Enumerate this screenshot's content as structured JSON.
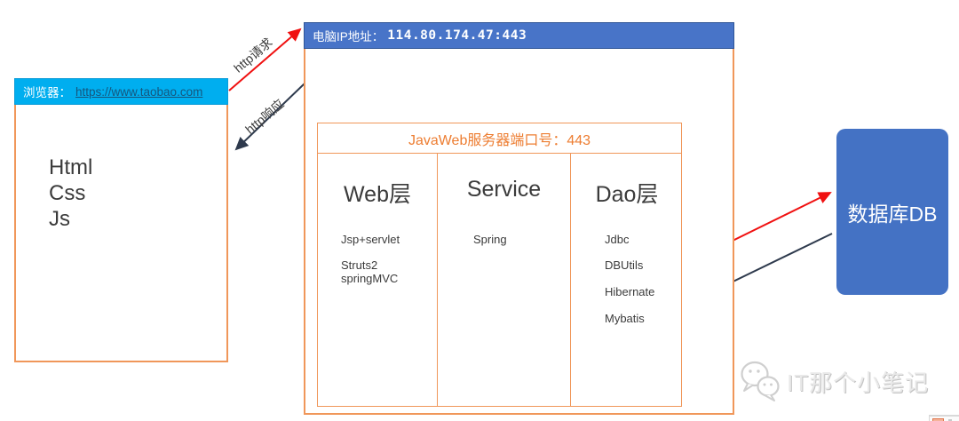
{
  "browser": {
    "title": "浏览器：",
    "url": "https://www.taobao.com",
    "items": [
      "Html",
      "Css",
      "Js"
    ]
  },
  "server": {
    "label": "电脑IP地址：",
    "ip": "114.80.174.47:443"
  },
  "javaweb": {
    "title": "JavaWeb服务器端口号：443",
    "columns": [
      {
        "title": "Web层",
        "items": [
          "Jsp+servlet",
          "Struts2",
          "springMVC"
        ]
      },
      {
        "title": "Service",
        "items": [
          "Spring"
        ]
      },
      {
        "title": "Dao层",
        "items": [
          "Jdbc",
          "DBUtils",
          "Hibernate",
          "Mybatis"
        ]
      }
    ]
  },
  "database": {
    "label": "数据库DB"
  },
  "arrows": {
    "http_request": "http请求",
    "http_response": "http响应"
  },
  "watermark": {
    "text": "IT那个小笔记",
    "icon": "wechat-icon"
  },
  "colors": {
    "browser_header": "#00AEEF",
    "server_header": "#4874C8",
    "db_box": "#4472C4",
    "box_border": "#F0975A",
    "accent_orange": "#ED7D31",
    "arrow_red": "#F01111",
    "arrow_dark": "#2E3A4D"
  }
}
